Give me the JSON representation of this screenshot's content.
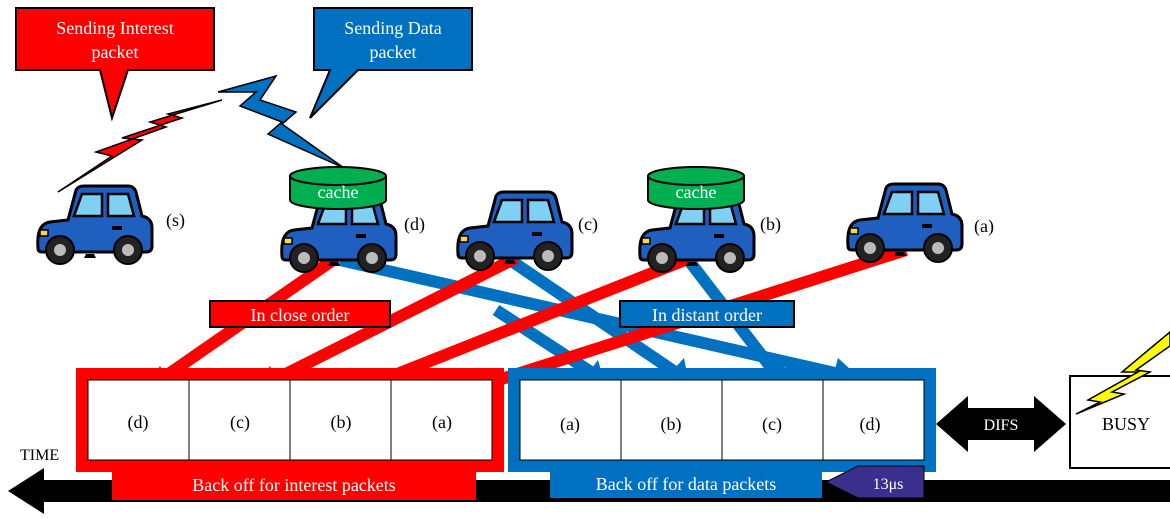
{
  "callouts": {
    "interest": {
      "line1": "Sending  Interest",
      "line2": "packet"
    },
    "data": {
      "line1": "Sending Data",
      "line2": "packet"
    }
  },
  "cars": [
    {
      "label": "(s)",
      "has_cache": false
    },
    {
      "label": "(d)",
      "has_cache": true
    },
    {
      "label": "(c)",
      "has_cache": false
    },
    {
      "label": "(b)",
      "has_cache": true
    },
    {
      "label": "(a)",
      "has_cache": false
    }
  ],
  "cache_label": "cache",
  "order_labels": {
    "close": "In close order",
    "distant": "In distant order"
  },
  "interest_slots": [
    "(d)",
    "(c)",
    "(b)",
    "(a)"
  ],
  "data_slots": [
    "(a)",
    "(b)",
    "(c)",
    "(d)"
  ],
  "backoff_labels": {
    "interest": "Back off for interest packets",
    "data": "Back off for data packets"
  },
  "time_label": "TIME",
  "slot_time_label": "13μs",
  "difs_label": "DIFS",
  "busy_label": "BUSY",
  "colors": {
    "interest": "#ff0000",
    "data": "#0070c0",
    "cache": "#00b050",
    "car_body": "#1f5fbf",
    "slot_arrow": "#3a2f8c"
  }
}
